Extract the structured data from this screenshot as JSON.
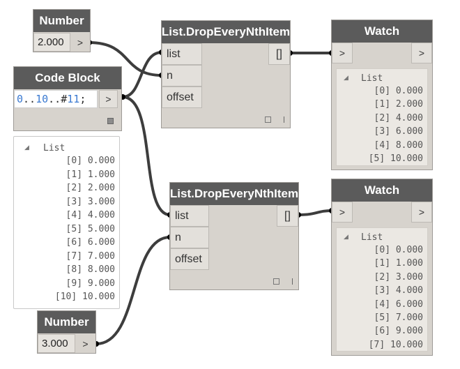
{
  "number_node_1": {
    "title": "Number",
    "value": "2.000",
    "out": ">"
  },
  "number_node_2": {
    "title": "Number",
    "value": "3.000",
    "out": ">"
  },
  "code_block": {
    "title": "Code Block",
    "code_parts": [
      "0",
      "..",
      "10",
      "..#",
      "11",
      ";"
    ],
    "out": ">",
    "preview": {
      "header": "List",
      "items": [
        {
          "index": "[0]",
          "value": "0.000"
        },
        {
          "index": "[1]",
          "value": "1.000"
        },
        {
          "index": "[2]",
          "value": "2.000"
        },
        {
          "index": "[3]",
          "value": "3.000"
        },
        {
          "index": "[4]",
          "value": "4.000"
        },
        {
          "index": "[5]",
          "value": "5.000"
        },
        {
          "index": "[6]",
          "value": "6.000"
        },
        {
          "index": "[7]",
          "value": "7.000"
        },
        {
          "index": "[8]",
          "value": "8.000"
        },
        {
          "index": "[9]",
          "value": "9.000"
        },
        {
          "index": "[10]",
          "value": "10.000"
        }
      ]
    }
  },
  "drop_node_1": {
    "title": "List.DropEveryNthItem",
    "inputs": [
      "list",
      "n",
      "offset"
    ],
    "output": "[]"
  },
  "drop_node_2": {
    "title": "List.DropEveryNthItem",
    "inputs": [
      "list",
      "n",
      "offset"
    ],
    "output": "[]"
  },
  "watch_1": {
    "title": "Watch",
    "in": ">",
    "out": ">",
    "header": "List",
    "items": [
      {
        "index": "[0]",
        "value": "0.000"
      },
      {
        "index": "[1]",
        "value": "2.000"
      },
      {
        "index": "[2]",
        "value": "4.000"
      },
      {
        "index": "[3]",
        "value": "6.000"
      },
      {
        "index": "[4]",
        "value": "8.000"
      },
      {
        "index": "[5]",
        "value": "10.000"
      }
    ]
  },
  "watch_2": {
    "title": "Watch",
    "in": ">",
    "out": ">",
    "header": "List",
    "items": [
      {
        "index": "[0]",
        "value": "0.000"
      },
      {
        "index": "[1]",
        "value": "1.000"
      },
      {
        "index": "[2]",
        "value": "3.000"
      },
      {
        "index": "[3]",
        "value": "4.000"
      },
      {
        "index": "[4]",
        "value": "6.000"
      },
      {
        "index": "[5]",
        "value": "7.000"
      },
      {
        "index": "[6]",
        "value": "9.000"
      },
      {
        "index": "[7]",
        "value": "10.000"
      }
    ]
  },
  "colors": {
    "header": "#5b5b5b",
    "node_body": "#d7d3cd",
    "wire": "#3d3d3d",
    "code_number": "#3b7ad1"
  }
}
